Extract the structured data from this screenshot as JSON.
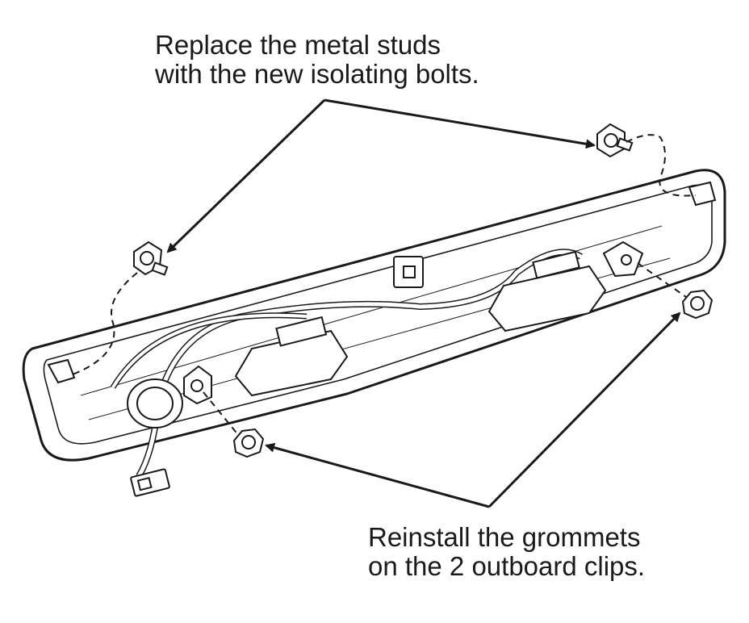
{
  "callouts": {
    "studs": {
      "line1": "Replace the metal studs",
      "line2": "with the new isolating bolts."
    },
    "grommets": {
      "line1": "Reinstall the grommets",
      "line2": "on the 2 outboard clips."
    }
  },
  "colors": {
    "line": "#1a1a1a",
    "background": "#ffffff"
  }
}
